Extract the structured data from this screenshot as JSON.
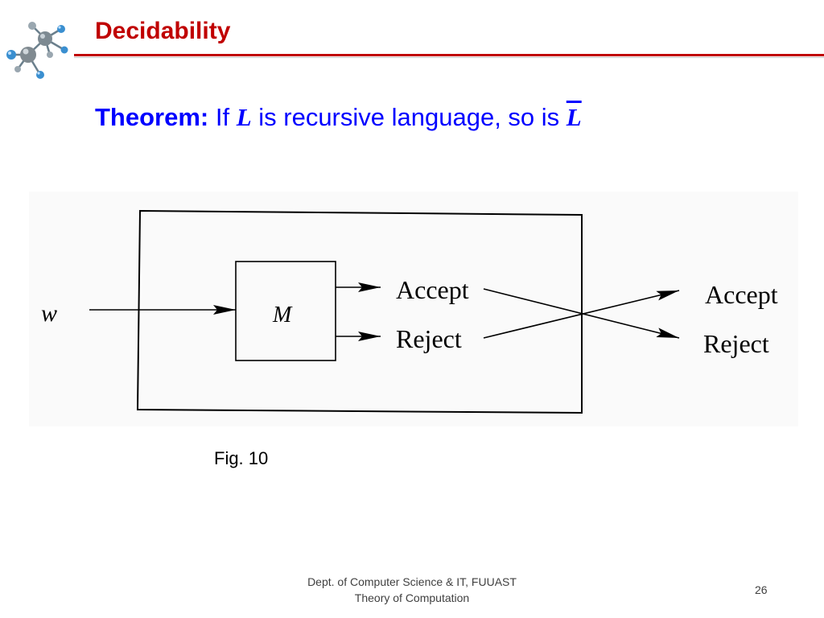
{
  "slide": {
    "title": "Decidability",
    "theorem": {
      "label": "Theorem:",
      "pre": " If ",
      "language_var": "L",
      "post": " is recursive language, so is ",
      "complement_var": "L"
    },
    "figure": {
      "input_label": "w",
      "machine_label": "M",
      "inner_accept": "Accept",
      "inner_reject": "Reject",
      "outer_accept": "Accept",
      "outer_reject": "Reject"
    },
    "caption": "Fig. 10",
    "footer": {
      "line1": "Dept. of Computer Science & IT, FUUAST",
      "line2": "Theory of Computation"
    },
    "page_number": "26"
  },
  "colors": {
    "title": "#c00000",
    "theorem": "#0000ff",
    "rule": "#c00000",
    "footer": "#404040"
  },
  "icons": {
    "logo": "molecule-logo-icon"
  }
}
